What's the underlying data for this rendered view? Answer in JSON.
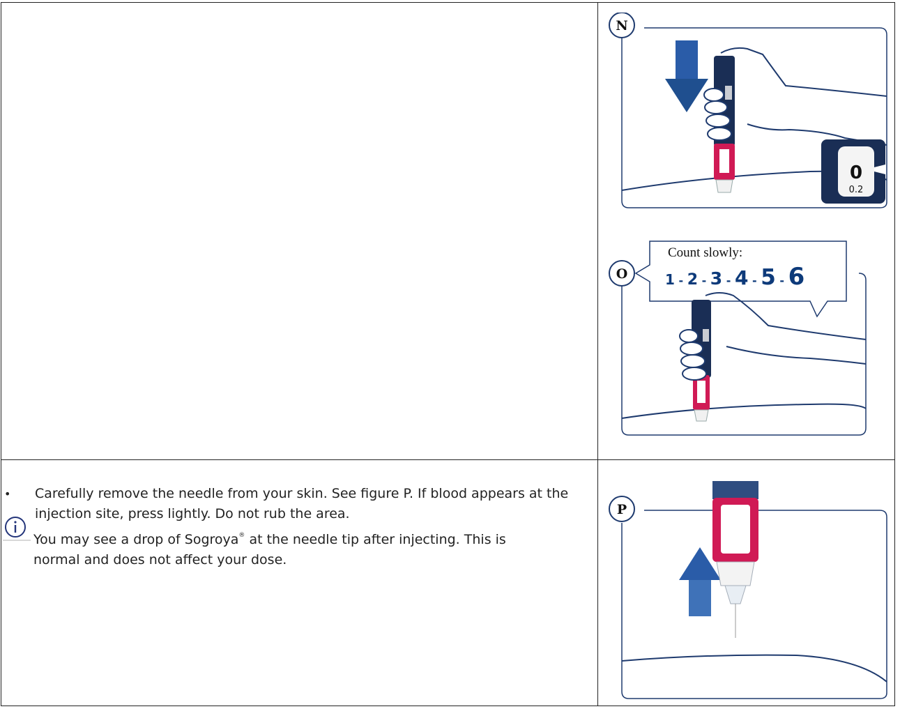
{
  "row2": {
    "bullet": "•",
    "instruction": "Carefully remove the needle from your skin. See figure P. If blood appears at the injection site, press lightly. Do not rub the area.",
    "info_prefix": "You may see a drop of Sogroya",
    "info_reg": "®",
    "info_suffix": " at the needle tip after injecting. This is",
    "info_line2": "normal and does not affect your dose."
  },
  "figures": {
    "n": {
      "letter": "N",
      "dial_value": "0",
      "dial_next": "0.2"
    },
    "o": {
      "letter": "O",
      "count_label": "Count slowly:",
      "count_numbers": [
        "1",
        "2",
        "3",
        "4",
        "5",
        "6"
      ]
    },
    "p": {
      "letter": "P"
    }
  },
  "colors": {
    "accent_blue": "#1f4f8f",
    "pen_pink": "#d01a55",
    "outline_blue": "#1e3a6e"
  }
}
